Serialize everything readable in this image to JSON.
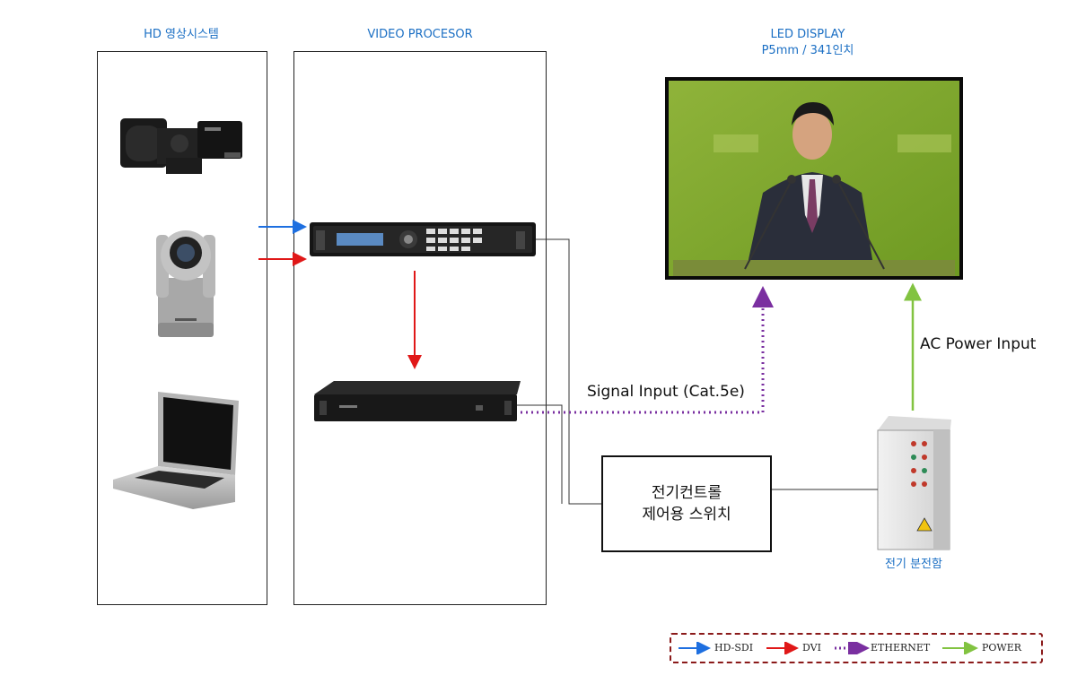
{
  "groups": {
    "hd_system": "HD 영상시스템",
    "video_processor": "VIDEO PROCESOR",
    "led_display_title": "LED DISPLAY",
    "led_display_sub": "P5mm / 341인치"
  },
  "devices": {
    "camera_icon": "broadcast-camera-icon",
    "ptz_icon": "ptz-camera-icon",
    "laptop_icon": "laptop-icon",
    "processor_icon": "video-processor-icon",
    "sender_icon": "sender-box-icon",
    "cabinet_icon": "electrical-cabinet-icon",
    "screen_icon": "led-screen-icon"
  },
  "labels": {
    "signal_input": "Signal Input (Cat.5e)",
    "ac_power": "AC Power Input",
    "control_switch_line1": "전기컨트롤",
    "control_switch_line2": "제어용 스위치",
    "distribution_box": "전기 분전함"
  },
  "legend": {
    "hd_sdi": "HD-SDI",
    "dvi": "DVI",
    "ethernet": "ETHERNET",
    "power": "POWER"
  },
  "colors": {
    "hd_sdi": "#1e6fe0",
    "dvi": "#e01818",
    "ethernet": "#7a2fa0",
    "power": "#82c341",
    "label_blue": "#1b6fc4",
    "legend_border": "#8b1a1a"
  }
}
